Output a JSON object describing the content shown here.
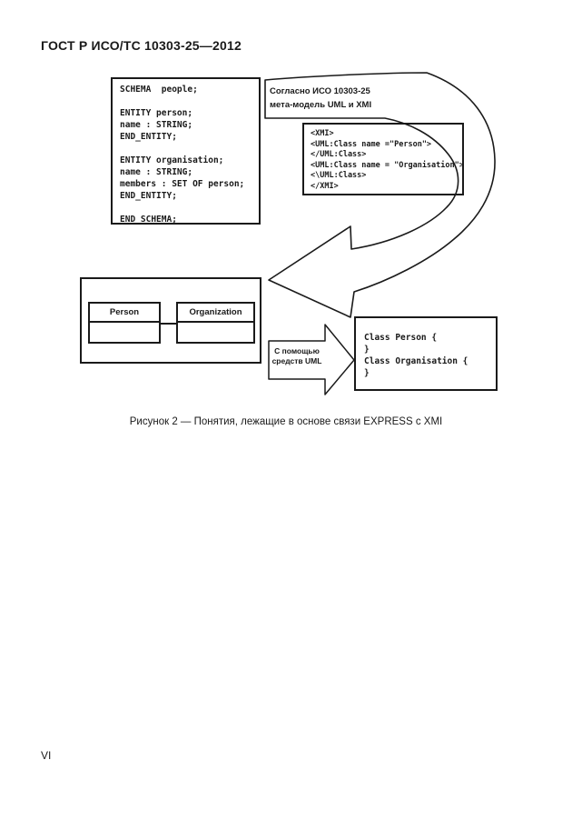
{
  "page": {
    "header": "ГОСТ Р ИСО/ТС 10303-25—2012",
    "caption": "Рисунок 2 — Понятия, лежащие в основе связи EXPRESS с XMI",
    "page_number": "VI"
  },
  "figure": {
    "express_code": [
      "SCHEMA  people;",
      "",
      "ENTITY person;",
      "name : STRING;",
      "END_ENTITY;",
      "",
      "ENTITY organisation;",
      "name : STRING;",
      "members : SET OF person;",
      "END_ENTITY;",
      "",
      "END_SCHEMA;"
    ],
    "banner": {
      "line1": "Согласно ИСО 10303-25",
      "line2": "мета-модель UML и XMI"
    },
    "xmi_code": [
      "<XMI>",
      "<UML:Class name =\"Person\">",
      "</UML:Class>",
      "<UML:Class name = \"Organisation\">",
      "<\\UML:Class>",
      "</XMI>"
    ],
    "uml": {
      "class1": "Person",
      "class2": "Organization"
    },
    "uml_arrow_label": {
      "line1": "С помощью",
      "line2": "средств UML"
    },
    "class_code": [
      "Class Person {",
      "}",
      "Class Organisation {",
      "}"
    ]
  }
}
